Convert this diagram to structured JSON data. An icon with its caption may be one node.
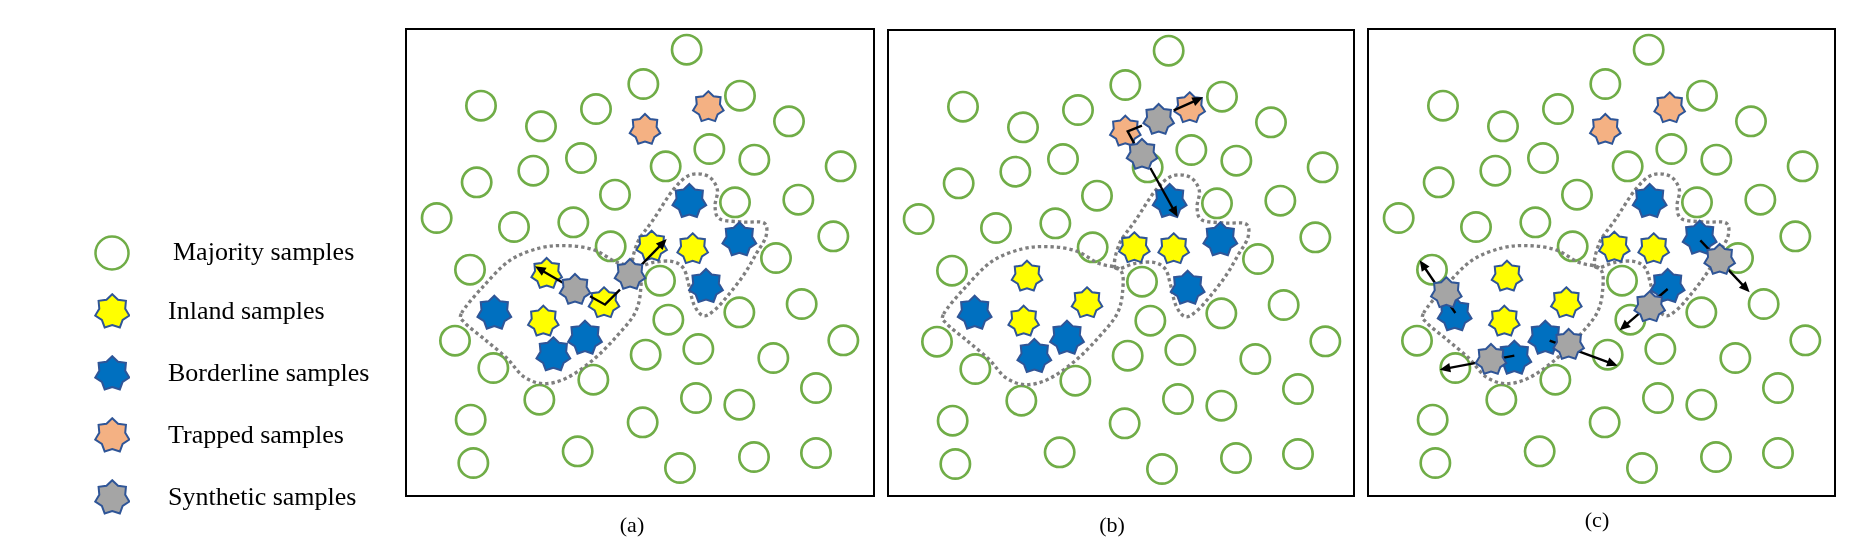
{
  "diagram": {
    "labels": [
      "(a)",
      "(b)",
      "(c)"
    ],
    "legend": [
      {
        "text": "Majority samples"
      },
      {
        "text": "Inland samples"
      },
      {
        "text": "Borderline samples"
      },
      {
        "text": "Trapped samples"
      },
      {
        "text": "Synthetic samples"
      }
    ]
  }
}
